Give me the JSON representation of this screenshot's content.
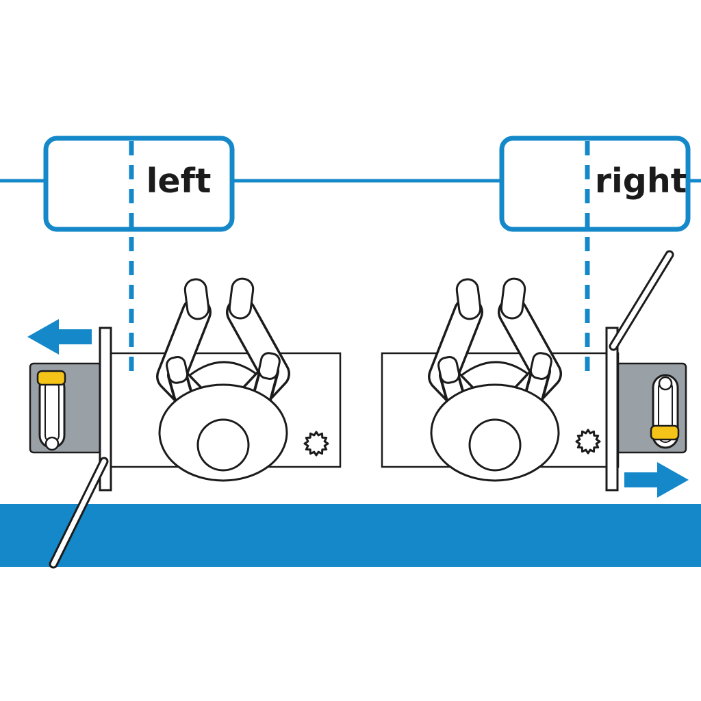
{
  "diagram": {
    "kind": "instructional-top-view-diagram",
    "labels": {
      "left": "left",
      "right": "right"
    },
    "colors": {
      "accent_blue": "#1588c9",
      "water_blue": "#1588c9",
      "plate_gray": "#9aa1a6",
      "handle_yellow": "#f4c418",
      "outline": "#1b1b1b",
      "background": "#ffffff"
    },
    "icons": {
      "arrow_left": "arrow pointing left",
      "arrow_right": "arrow pointing right",
      "scalloped_knob": "scalloped round knob"
    }
  }
}
